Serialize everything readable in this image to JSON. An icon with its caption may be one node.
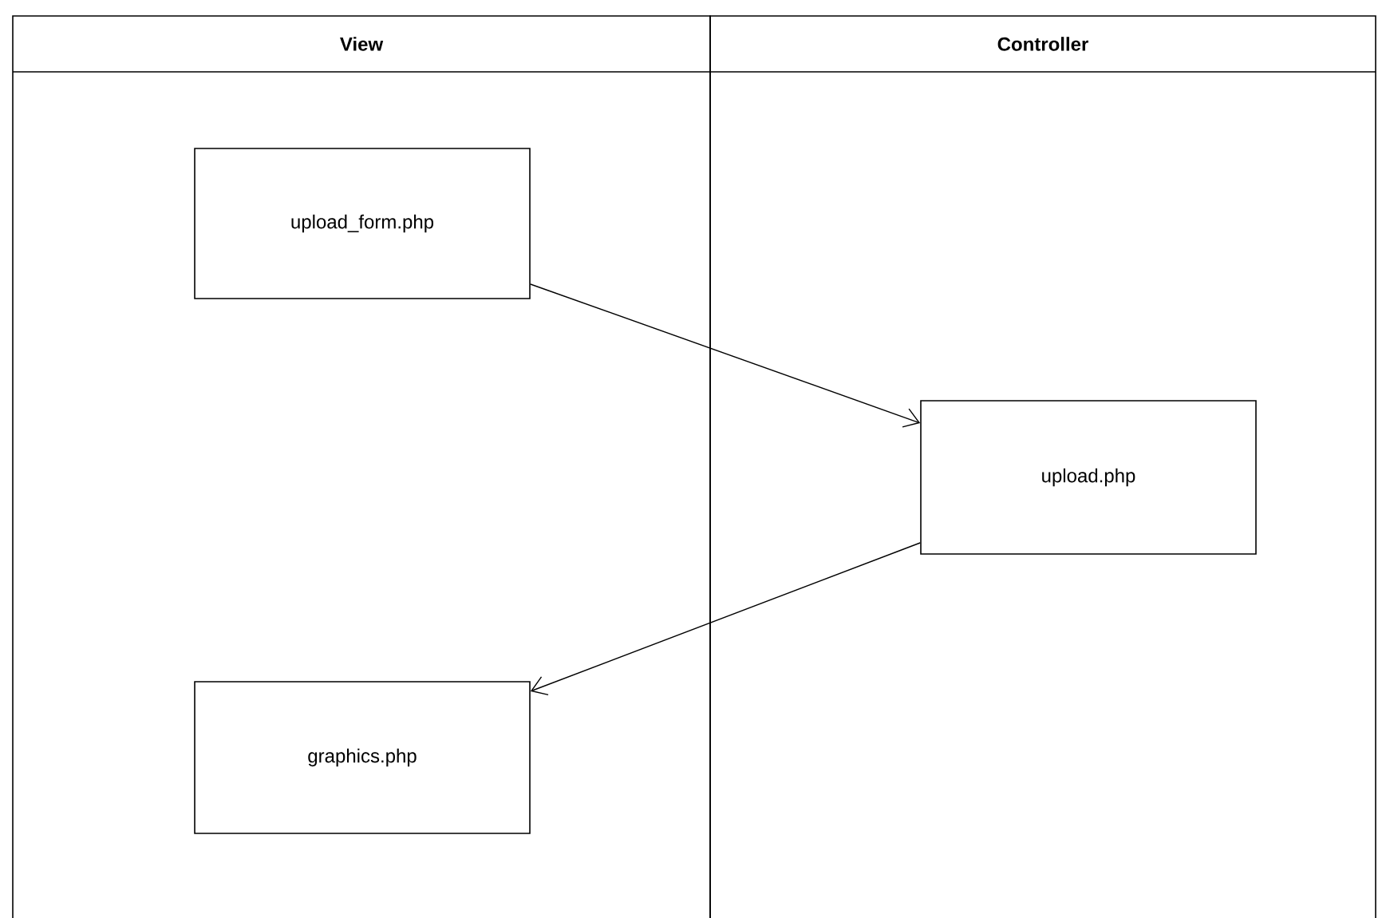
{
  "diagram": {
    "nodes": [
      {
        "text": [
          "View"
        ]
      },
      {
        "text": [
          "Controller"
        ]
      },
      {
        "text": [
          "upload_form.php"
        ],
        "in": 0
      },
      {
        "text": [
          "upload.php"
        ],
        "in": 1
      },
      {
        "text": [
          "graphics.php"
        ],
        "in": 0
      }
    ],
    "edges": [
      {
        "from": 2,
        "to": 3,
        "arrow": "to"
      },
      {
        "from": 3,
        "to": 4,
        "arrow": "to"
      }
    ]
  }
}
